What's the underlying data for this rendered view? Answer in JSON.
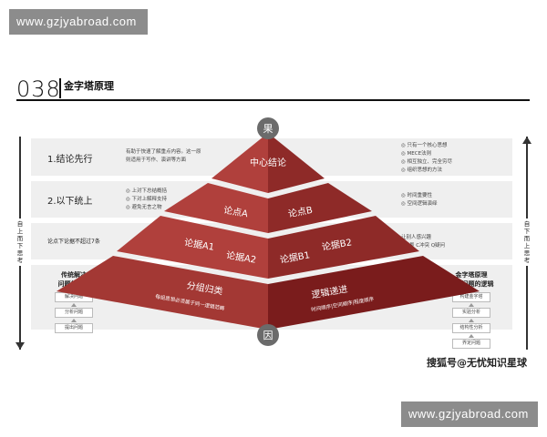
{
  "watermark_top": "www.gzjyabroad.com",
  "watermark_bottom": "www.gzjyabroad.com",
  "header": {
    "number": "038",
    "title": "金字塔原理"
  },
  "side_left": {
    "text": "自上而下思考"
  },
  "side_right": {
    "text": "自下而上思考"
  },
  "rows": [
    {
      "label": "1.结论先行",
      "middle": [
        "有助于快速了解重点内容。这一原",
        "则适用于写作、演讲等方面"
      ],
      "right": [
        "◎ 只有一个核心思想",
        "◎ MECE法则",
        "◎ 相互独立、完全穷尽",
        "◎ 组织思想的方法"
      ]
    },
    {
      "label": "2.以下统上",
      "middle": [
        "◎ 上对下总结概括",
        "◎ 下对上解释支持",
        "◎ 避免无言之物"
      ],
      "right": [
        "◎ 时间重要性",
        "◎ 空间逻辑演绎"
      ]
    },
    {
      "label": "论点下论据不超过7条",
      "middle": [],
      "right": [
        "让别人感兴趣",
        "S背景 C冲突 Q疑问"
      ]
    }
  ],
  "left_stack": {
    "title": [
      "传统解决",
      "问题的逻辑"
    ],
    "boxes": [
      "解决问题",
      "分析问题",
      "提出问题"
    ]
  },
  "right_stack": {
    "title": [
      "金字塔原理",
      "解决问题的逻辑"
    ],
    "boxes": [
      "构建金字塔",
      "实验分析",
      "结构性分析",
      "界定问题"
    ]
  },
  "pyramid": {
    "top_circle": "果",
    "bottom_circle": "因",
    "apex": "中心结论",
    "level2": [
      "论点A",
      "论点B"
    ],
    "level3": [
      "论据A1",
      "论据A2",
      "论据B1",
      "论据B2"
    ],
    "base_left": {
      "title": "分组归类",
      "subtitle": "每组思想必须属于同一逻辑范畴"
    },
    "base_right": {
      "title": "逻辑递进",
      "subtitle": "时间顺序|空间顺序|程度顺序"
    }
  },
  "credit": "搜狐号@无忧知识星球",
  "colors": {
    "pyramid_light": "#b0403c",
    "pyramid_dark": "#7a1c1c",
    "circle": "#6b6b6b"
  }
}
